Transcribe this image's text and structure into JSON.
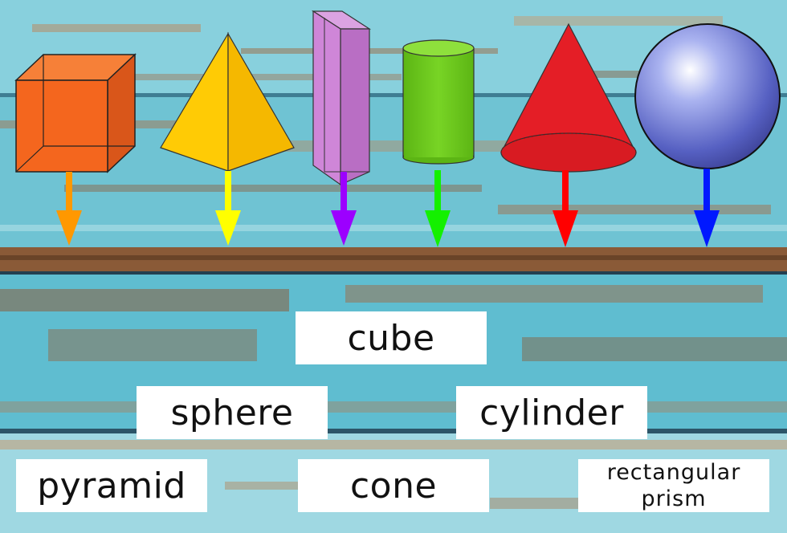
{
  "background": {
    "wood_colors": [
      "#5fc0d3",
      "#8ed3df",
      "#b9e4ea",
      "#9a6a45",
      "#6e4a30",
      "#4a86a2"
    ]
  },
  "shapes": [
    {
      "name": "cube",
      "color": "#f4661e",
      "arrow_color": "#ff9800"
    },
    {
      "name": "pyramid",
      "color": "#ffcb05",
      "arrow_color": "#ffff00"
    },
    {
      "name": "rectangular-prism",
      "color": "#cf86d8",
      "arrow_color": "#9c00ff"
    },
    {
      "name": "cylinder",
      "color": "#6cc51e",
      "arrow_color": "#14f000"
    },
    {
      "name": "cone",
      "color": "#e41e26",
      "arrow_color": "#ff0000"
    },
    {
      "name": "sphere",
      "color": "#6a76cf",
      "arrow_color": "#0018ff"
    }
  ],
  "labels": {
    "cube": "cube",
    "sphere": "sphere",
    "cylinder": "cylinder",
    "pyramid": "pyramid",
    "cone": "cone",
    "rectangular_prism_line1": "rectangular",
    "rectangular_prism_line2": "prism"
  }
}
